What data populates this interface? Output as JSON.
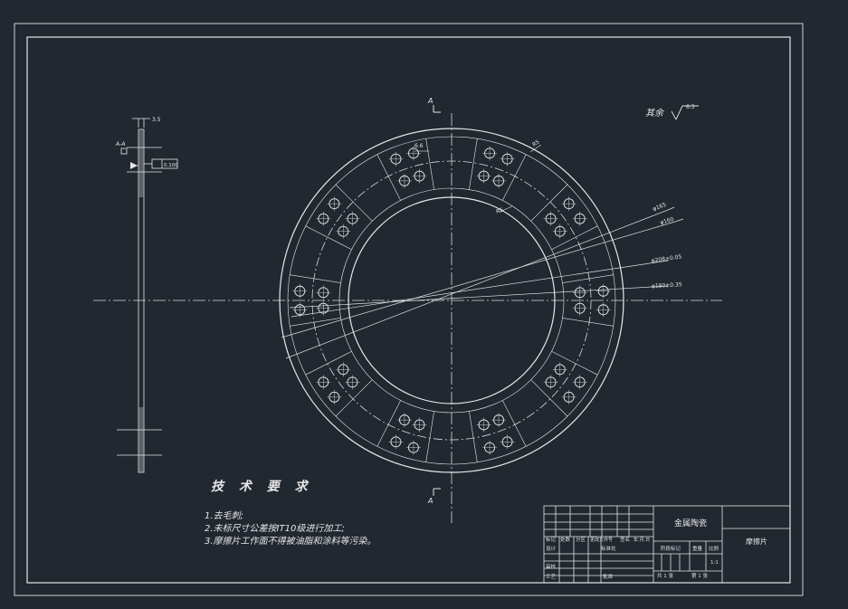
{
  "drawing": {
    "section_label_top": "A",
    "section_label_bottom": "A",
    "section_view_label": "A-A",
    "thickness_dim": "3.5",
    "flatness_value": "0.100",
    "radius_dim": "R5",
    "radius_dim_2": "R5",
    "hole_dim": "6.6",
    "surface_finish_label": "其余",
    "surface_finish_value": "6.3",
    "diameters": [
      "φ165",
      "φ160",
      "φ208±0.05",
      "φ180±0.35"
    ]
  },
  "tech_requirements": {
    "title": "技 术 要 求",
    "notes": [
      "1.去毛刺;",
      "2.未标尺寸公差按IT10级进行加工;",
      "3.摩擦片工作面不得被油脂和涂料等污染。"
    ]
  },
  "title_block": {
    "material": "金属陶瓷",
    "part_name": "摩擦片",
    "row_labels": [
      "标记",
      "处数",
      "分区",
      "更改文件号",
      "签名",
      "年.月.日"
    ],
    "design": "设计",
    "standardize": "标准化",
    "review": "审核",
    "process": "工艺",
    "approve": "批准",
    "stage_mark": "阶段标记",
    "weight": "重量",
    "scale": "比例",
    "scale_value": "1:1",
    "sheets_total": "共 1 张",
    "sheet_no": "第 1 张"
  },
  "colors": {
    "background": "#212830",
    "lines": "#e8e8e8"
  }
}
